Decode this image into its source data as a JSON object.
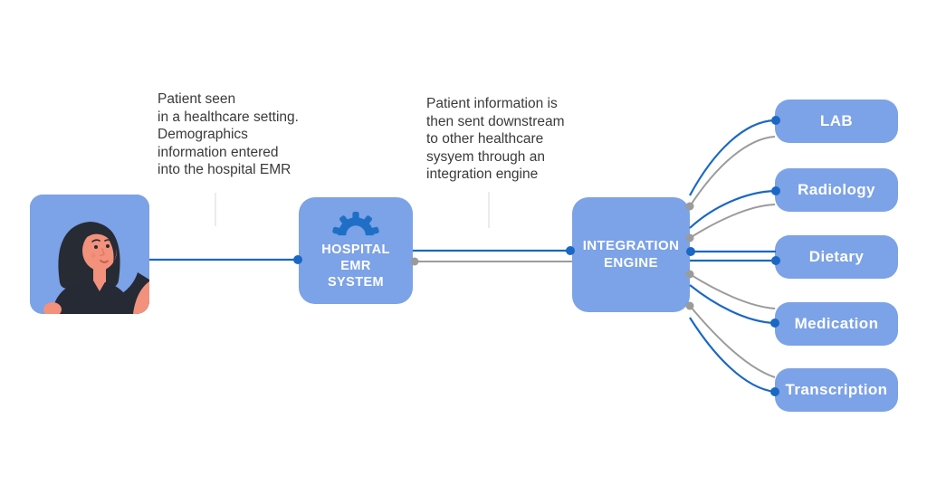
{
  "theme": {
    "background": "#ffffff",
    "box_fill": "#7ca2e7",
    "box_text": "#ffffff",
    "accent_blue": "#1a68c4",
    "connector_gray": "#9b9b9b",
    "leader_line": "#e4e4e4",
    "icon_blue": "#1f6fc6",
    "annotation_text": "#3a3a3a",
    "skin_color": "#f2917c",
    "hair_color": "#272b34",
    "shirt_color": "#262a35"
  },
  "annotations": [
    {
      "text": "Patient seen\nin a healthcare setting.\nDemographics\ninformation entered\ninto the hospital EMR"
    },
    {
      "text": "Patient information is\nthen sent downstream\nto other healthcare\nsysyem through an\nintegration engine"
    }
  ],
  "nodes": {
    "patient": {
      "icon": "patient-illustration"
    },
    "emr": {
      "label": "HOSPITAL\nEMR\nSYSTEM",
      "icon": "gear-arch-icon"
    },
    "engine": {
      "label": "INTEGRATION\nENGINE"
    },
    "destinations": [
      {
        "label": "LAB"
      },
      {
        "label": "Radiology"
      },
      {
        "label": "Dietary"
      },
      {
        "label": "Medication"
      },
      {
        "label": "Transcription"
      }
    ]
  }
}
